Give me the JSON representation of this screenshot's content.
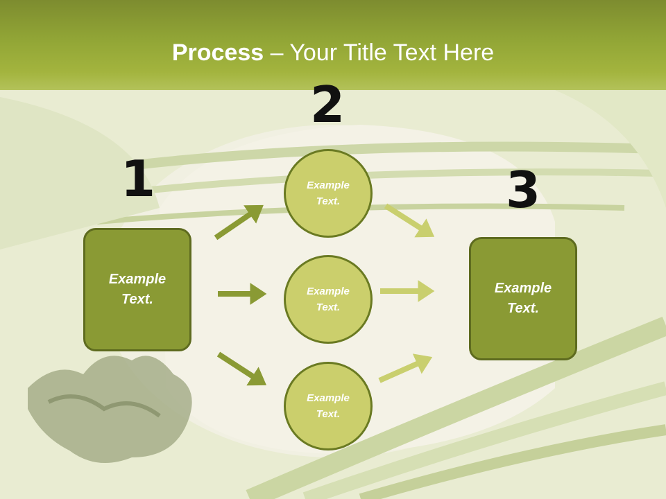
{
  "title": {
    "bold": "Process",
    "rest": " – Your Title Text Here"
  },
  "steps": [
    {
      "number": "1",
      "label": "Example\nText."
    },
    {
      "number": "2"
    },
    {
      "number": "3",
      "label": "Example\nText."
    }
  ],
  "circles": [
    {
      "label": "Example\nText."
    },
    {
      "label": "Example\nText."
    },
    {
      "label": "Example\nText."
    }
  ],
  "colors": {
    "header": "#92a636",
    "box_fill": "#8a9a34",
    "circle_fill": "#cbcf6c",
    "arrow_left": "#8a9a34",
    "arrow_right": "#c9cf6e"
  }
}
